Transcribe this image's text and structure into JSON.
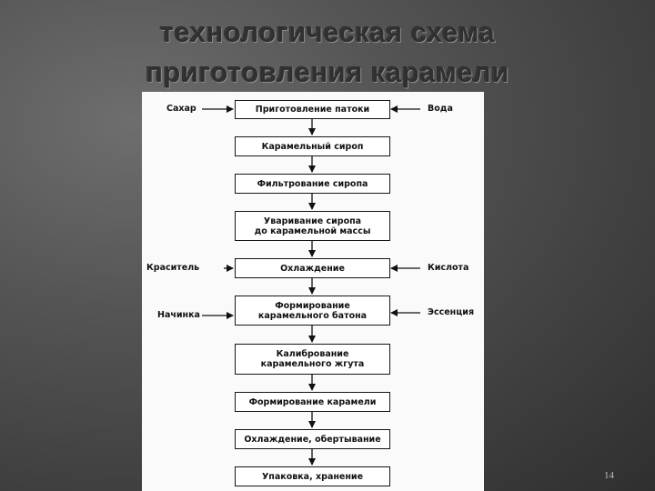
{
  "title": {
    "line1": "технологическая схема",
    "line2": "приготовления карамели"
  },
  "steps": [
    "Приготовление патоки",
    "Карамельный сироп",
    "Фильтрование сиропа",
    "Уваривание сиропа\nдо карамельной массы",
    "Охлаждение",
    "Формирование\nкарамельного батона",
    "Калибрование\nкарамельного жгута",
    "Формирование карамели",
    "Охлаждение, обертывание",
    "Упаковка, хранение"
  ],
  "inputs": {
    "left": [
      {
        "label": "Сахар",
        "step": 1
      },
      {
        "label": "Краситель",
        "step": 5
      },
      {
        "label": "Начинка",
        "step": 6
      }
    ],
    "right": [
      {
        "label": "Вода",
        "step": 1
      },
      {
        "label": "Кислота",
        "step": 5
      },
      {
        "label": "Эссенция",
        "step": 6
      }
    ]
  },
  "page_number": "14"
}
